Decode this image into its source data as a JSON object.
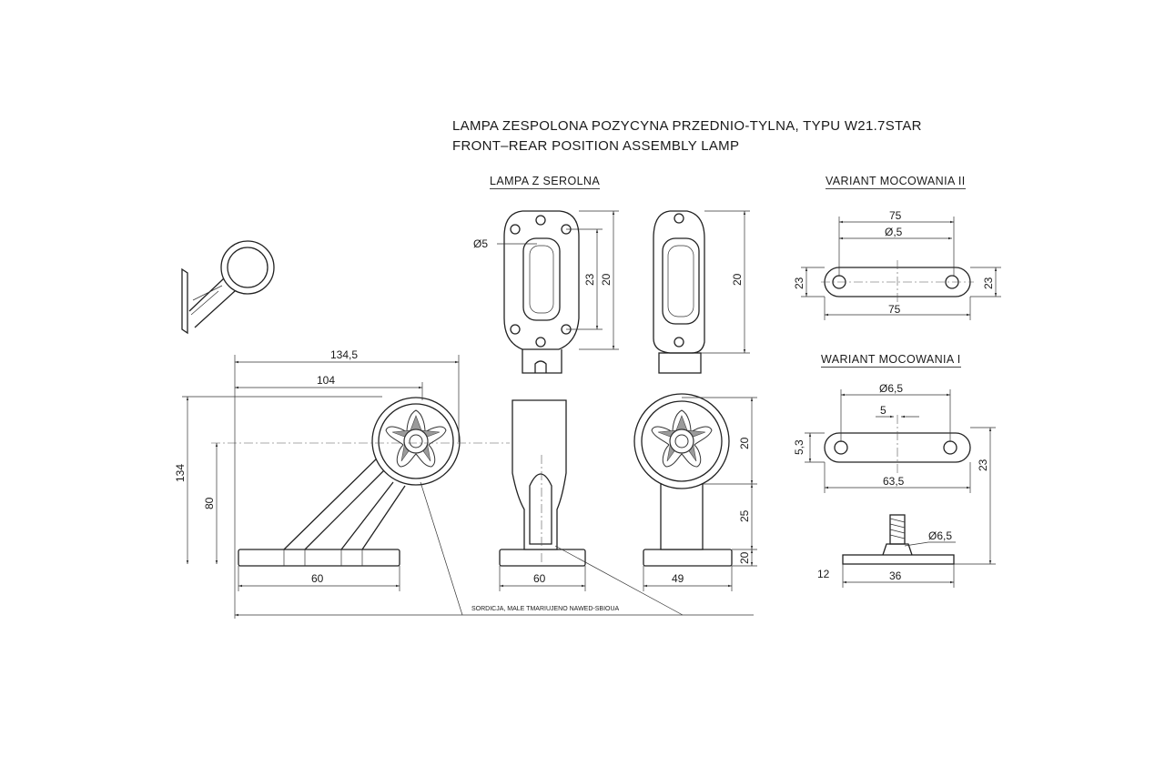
{
  "title": {
    "line1": "LAMPA ZESPOLONA POZYCYNA PRZEDNIO-TYLNA, TYPU W21.7STAR",
    "line2": "FRONT–REAR POSITION ASSEMBLY LAMP"
  },
  "labels": {
    "lampa_z_serolna": "LAMPA Z SEROLNA",
    "variant_ii": "VARIANT MOCOWANIA II",
    "wariant_i": "WARIANT MOCOWANIA I",
    "note": "SORDICJA, MALE TMARIUJENO NAWED-SBIOUA"
  },
  "dimensions": {
    "side_134_5": "134,5",
    "side_104": "104",
    "side_134": "134",
    "side_80": "80",
    "side_60": "60",
    "top_d5": "Ø5",
    "top_23": "23",
    "top_20a": "20",
    "top_20b": "20",
    "front_60": "60",
    "rear_49": "49",
    "rear_20": "20",
    "rear_25": "25",
    "rear_20b": "20",
    "v2_75top": "75",
    "v2_d5": "Ø,5",
    "v2_23l": "23",
    "v2_23r": "23",
    "v2_75bot": "75",
    "v1_d65": "Ø6,5",
    "v1_5": "5",
    "v1_53": "5,3",
    "v1_635": "63,5",
    "v1_23": "23",
    "bolt_d65": "Ø6,5",
    "bolt_12": "12",
    "bolt_36": "36"
  }
}
